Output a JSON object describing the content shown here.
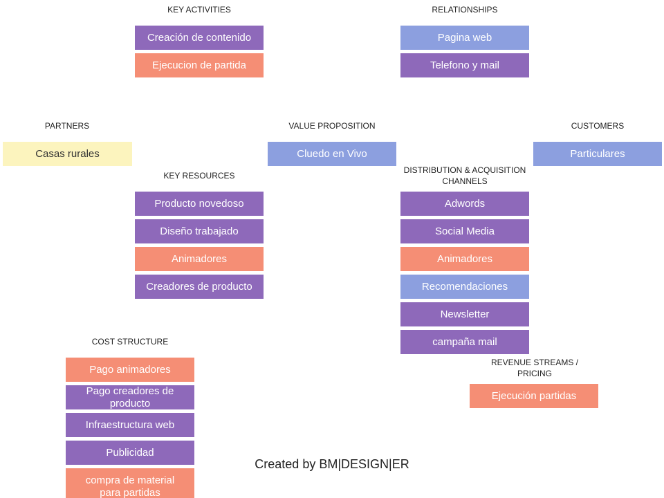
{
  "colors": {
    "purple": "#8e69ba",
    "blue": "#8c9fdf",
    "salmon": "#f58e75",
    "yellow": "#fcf4be"
  },
  "key_activities": {
    "title": "KEY ACTIVITIES",
    "items": [
      "Creación de contenido",
      "Ejecucion de partida"
    ]
  },
  "relationships": {
    "title": "RELATIONSHIPS",
    "items": [
      "Pagina web",
      "Telefono y mail"
    ]
  },
  "partners": {
    "title": "PARTNERS",
    "items": [
      "Casas rurales"
    ]
  },
  "value_proposition": {
    "title": "VALUE PROPOSITION",
    "items": [
      "Cluedo en Vivo"
    ]
  },
  "customers": {
    "title": "CUSTOMERS",
    "items": [
      "Particulares"
    ]
  },
  "key_resources": {
    "title": "KEY RESOURCES",
    "items": [
      "Producto novedoso",
      "Diseño trabajado",
      "Animadores",
      "Creadores de producto"
    ]
  },
  "distribution": {
    "title": "DISTRIBUTION & ACQUISITION CHANNELS",
    "items": [
      "Adwords",
      "Social Media",
      "Animadores",
      "Recomendaciones",
      "Newsletter",
      "campaña mail"
    ]
  },
  "cost_structure": {
    "title": "COST STRUCTURE",
    "items": [
      "Pago animadores",
      "Pago creadores de producto",
      "Infraestructura web",
      "Publicidad",
      "compra de material para partidas"
    ]
  },
  "revenue_streams": {
    "title": "REVENUE STREAMS / PRICING",
    "items": [
      "Ejecución partidas"
    ]
  },
  "footer": "Created by BM|DESIGN|ER"
}
